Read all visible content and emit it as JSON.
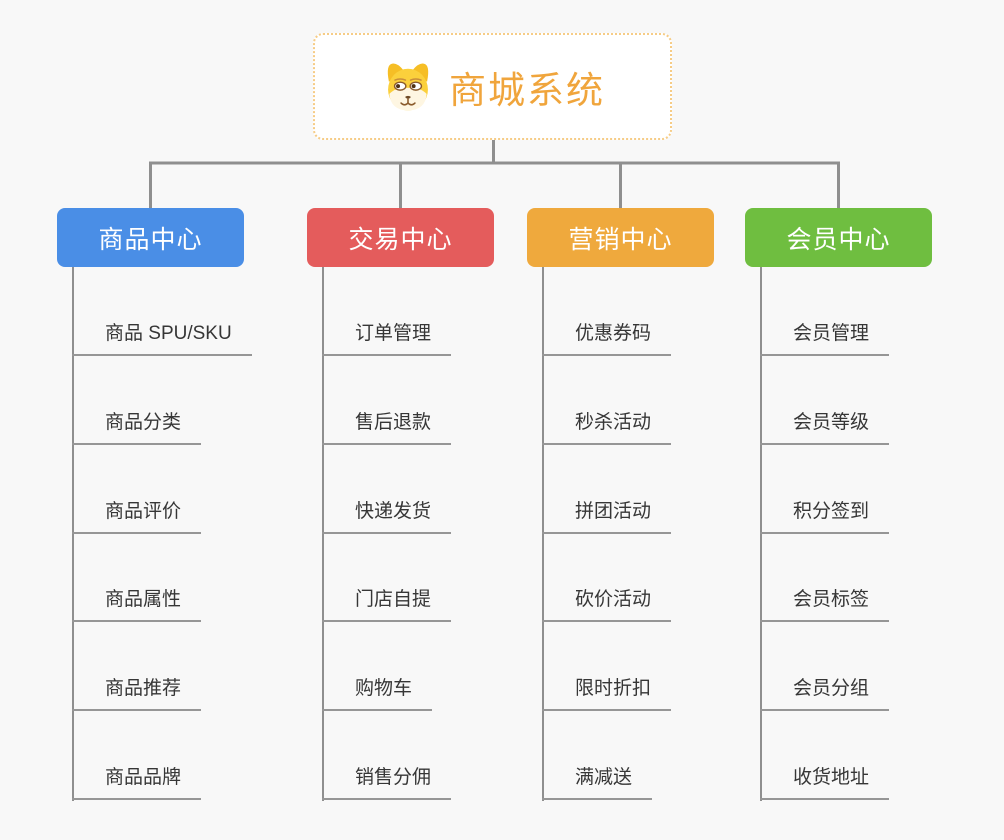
{
  "canvas": {
    "background": "#F8F8F8"
  },
  "root": {
    "label": "商城系统",
    "icon": "dog-face-icon",
    "text_color": "#F0A53C",
    "border_color": "#F6CC86"
  },
  "connector_color": "#8F8F8F",
  "underline_color": "#969696",
  "branches": [
    {
      "label": "商品中心",
      "color": "#4A8EE6",
      "children": [
        "商品 SPU/SKU",
        "商品分类",
        "商品评价",
        "商品属性",
        "商品推荐",
        "商品品牌"
      ]
    },
    {
      "label": "交易中心",
      "color": "#E45C5C",
      "children": [
        "订单管理",
        "售后退款",
        "快递发货",
        "门店自提",
        "购物车",
        "销售分佣"
      ]
    },
    {
      "label": "营销中心",
      "color": "#EFA93D",
      "children": [
        "优惠券码",
        "秒杀活动",
        "拼团活动",
        "砍价活动",
        "限时折扣",
        "满减送"
      ]
    },
    {
      "label": "会员中心",
      "color": "#6FBE40",
      "children": [
        "会员管理",
        "会员等级",
        "积分签到",
        "会员标签",
        "会员分组",
        "收货地址"
      ]
    }
  ]
}
